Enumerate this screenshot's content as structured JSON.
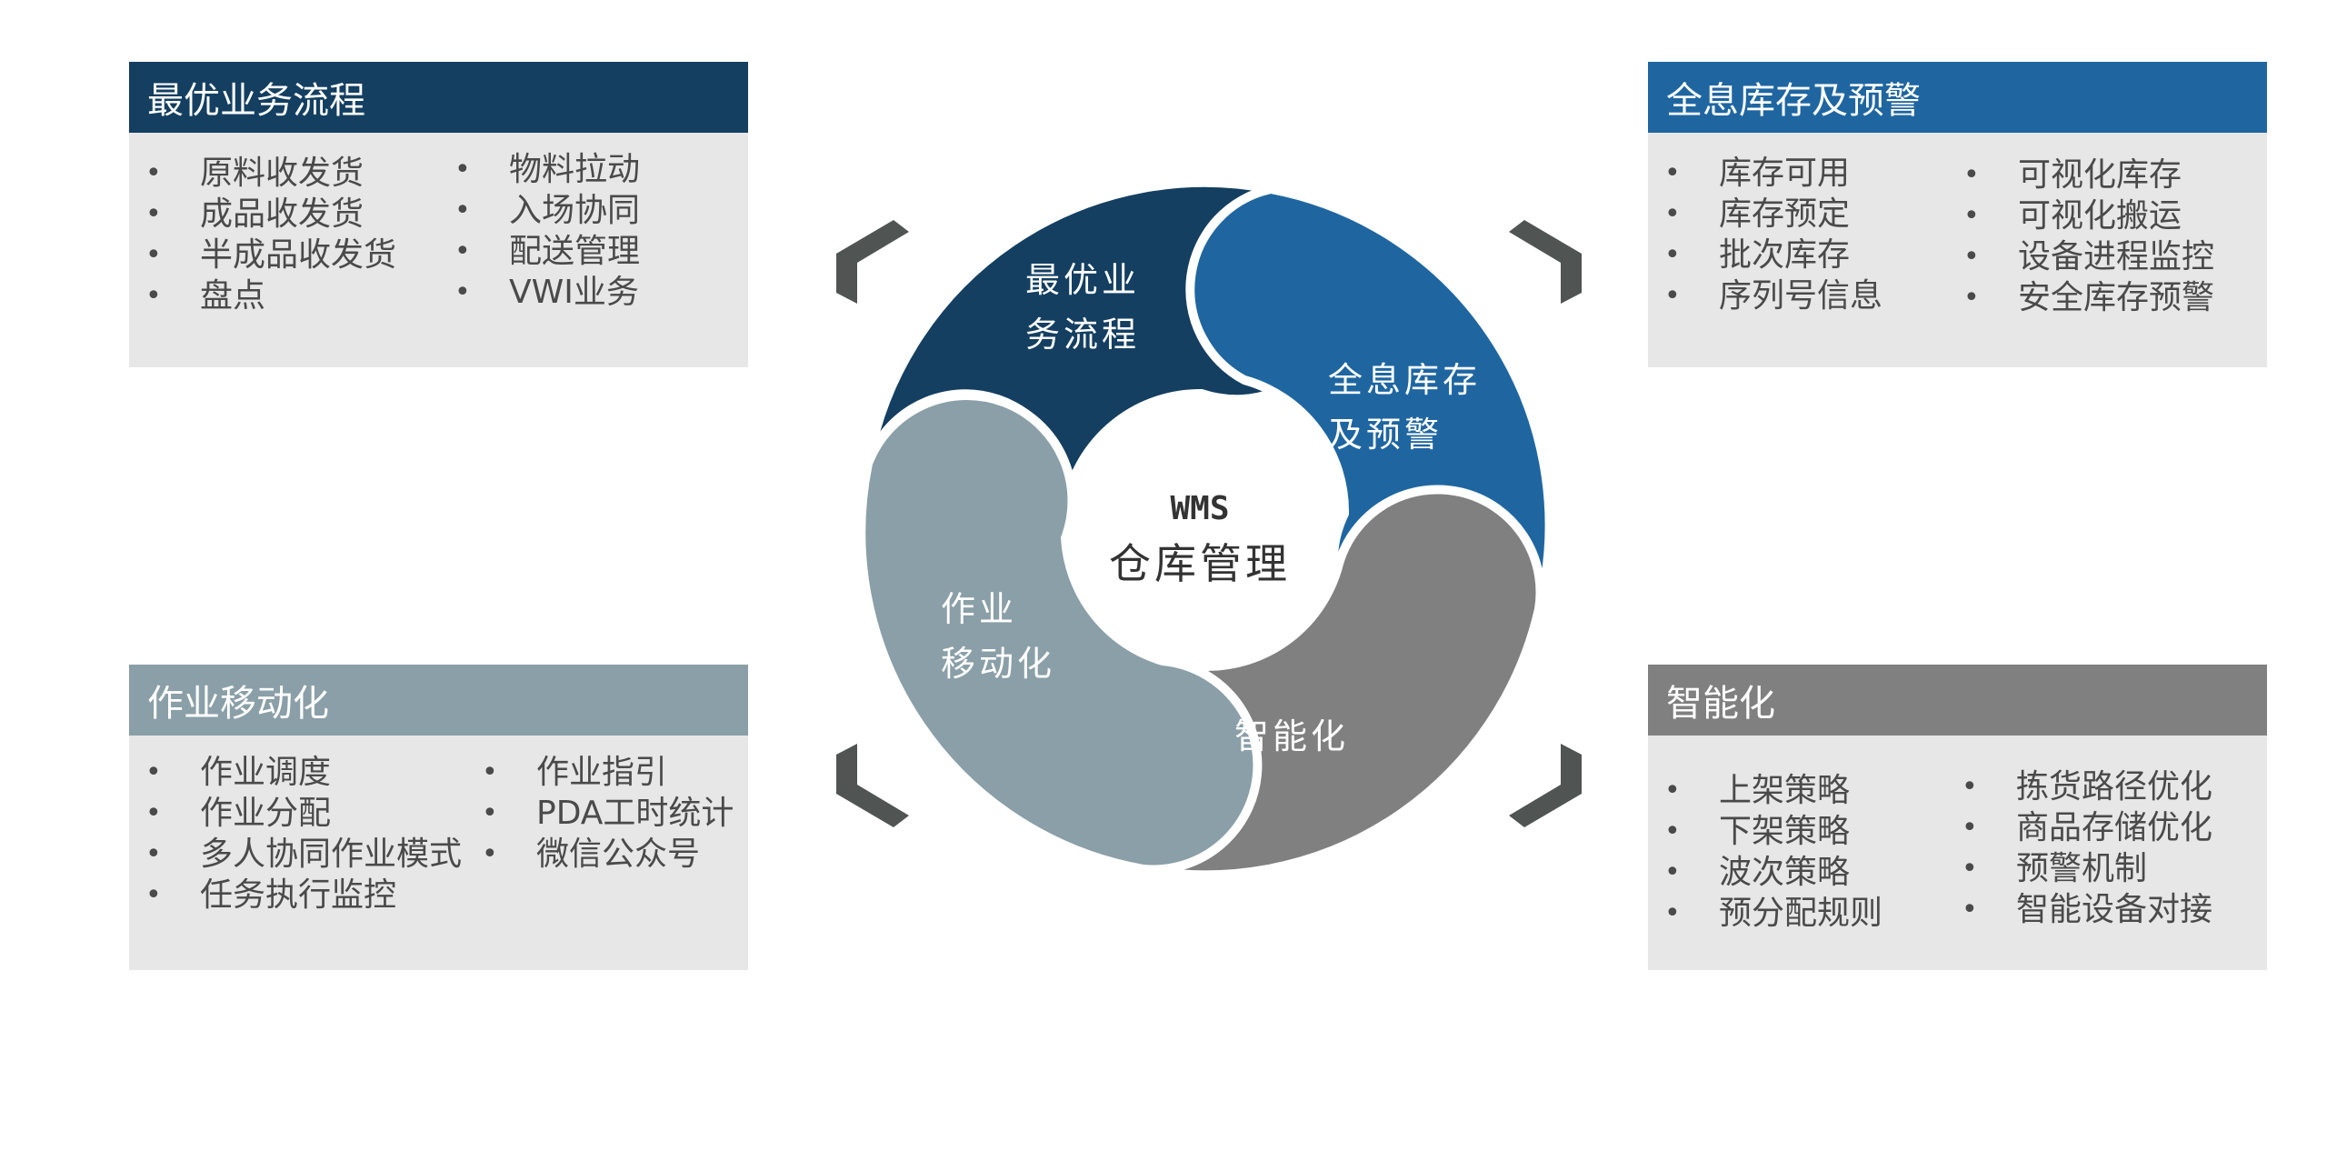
{
  "colors": {
    "dark_navy": "#143f61",
    "blue": "#1f66a1",
    "slate": "#8a9fa7",
    "gray": "#808080",
    "panel_bg": "#e7e7e8",
    "bracket": "#505452"
  },
  "center": {
    "title": "WMS",
    "subtitle": "仓库管理"
  },
  "wheel": {
    "top_left_line1": "最优业",
    "top_left_line2": "务流程",
    "right_line1": "全息库存",
    "right_line2": "及预警",
    "bottom_line1": "智能化",
    "left_line1": "作业",
    "left_line2": "移动化"
  },
  "panels": {
    "top_left": {
      "title": "最优业务流程",
      "col1": [
        "原料收发货",
        "成品收发货",
        "半成品收发货",
        "盘点"
      ],
      "col2": [
        "物料拉动",
        "入场协同",
        "配送管理",
        "VWI业务"
      ]
    },
    "top_right": {
      "title": "全息库存及预警",
      "col1": [
        "库存可用",
        "库存预定",
        "批次库存",
        "序列号信息"
      ],
      "col2": [
        "可视化库存",
        "可视化搬运",
        "设备进程监控",
        "安全库存预警"
      ]
    },
    "bottom_left": {
      "title": "作业移动化",
      "col1": [
        "作业调度",
        "作业分配",
        "多人协同作业模式",
        "任务执行监控"
      ],
      "col2": [
        "作业指引",
        "PDA工时统计",
        "微信公众号"
      ]
    },
    "bottom_right": {
      "title": "智能化",
      "col1": [
        "上架策略",
        "下架策略",
        "波次策略",
        "预分配规则"
      ],
      "col2": [
        "拣货路径优化",
        "商品存储优化",
        "预警机制",
        "智能设备对接"
      ]
    }
  }
}
